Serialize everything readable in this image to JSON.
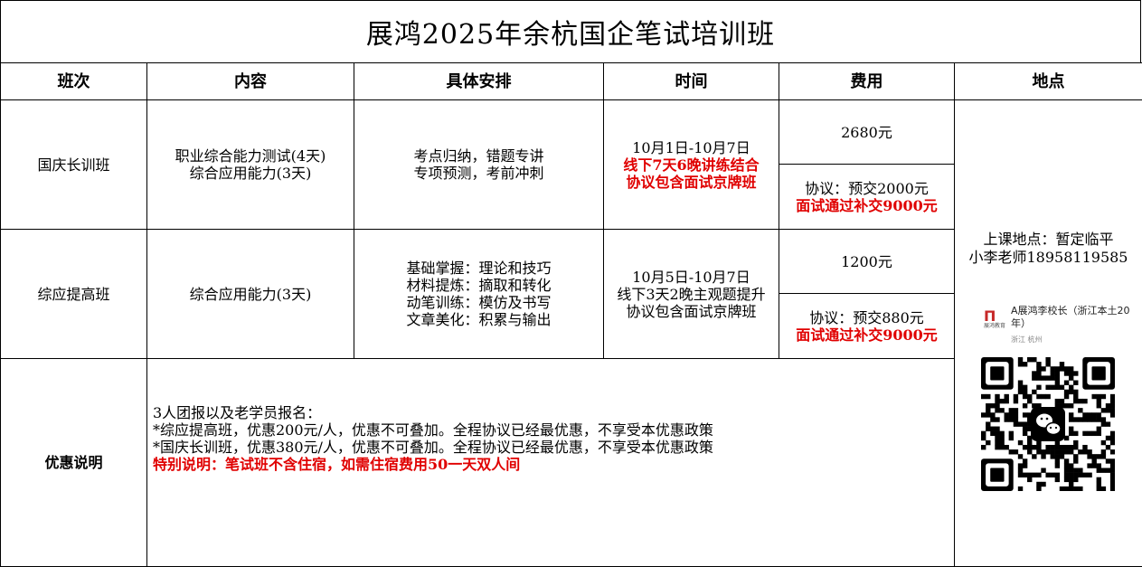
{
  "title": "展鸿2025年余杭国企笔试培训班",
  "headers": [
    "班次",
    "内容",
    "具体安排",
    "时间",
    "费用",
    "地点"
  ],
  "classes": [
    {
      "name": "国庆长训班",
      "content": [
        "职业综合能力测试(4天)",
        "综合应用能力(3天)"
      ],
      "arrangement": [
        "考点归纳，错题专讲",
        "专项预测，考前冲刺"
      ],
      "time": {
        "dates": "10月1日-10月7日",
        "line1": "线下7天6晚讲练结合",
        "line2": "协议包含面试京牌班"
      },
      "fee_standard": "2680元",
      "fee_protocol": "协议：预交2000元",
      "fee_refund": "面试通过补交9000元"
    },
    {
      "name": "综应提高班",
      "content": [
        "综合应用能力(3天)"
      ],
      "arrangement": [
        "基础掌握：理论和技巧",
        "材料提炼：摘取和转化",
        "动笔训练：模仿及书写",
        "文章美化：积累与输出"
      ],
      "time": {
        "dates": "10月5日-10月7日",
        "line1": "线下3天2晚主观题提升",
        "line2": "协议包含面试京牌班"
      },
      "fee_standard": "1200元",
      "fee_protocol": "协议：预交880元",
      "fee_refund": "面试通过补交9000元"
    }
  ],
  "location": {
    "line1": "上课地点：暂定临平",
    "line2": "小李老师18958119585",
    "card_logo_text": "展鸿教育",
    "card_name": "A展鸿李校长（浙江本土20年）",
    "card_location": "浙江 杭州",
    "qr_icon": "wechat-icon"
  },
  "offer": {
    "label": "优惠说明",
    "lines": [
      "3人团报以及老学员报名：",
      "*综应提高班，优惠200元/人，优惠不可叠加。全程协议已经最优惠，不享受本优惠政策",
      "*国庆长训班，优惠380元/人，优惠不可叠加。全程协议已经最优惠，不享受本优惠政策"
    ],
    "special": "特别说明：笔试班不含住宿，如需住宿费用50一天双人间"
  },
  "colors": {
    "emphasis": "#e00000",
    "border": "#000000",
    "brand": "#c62828"
  }
}
